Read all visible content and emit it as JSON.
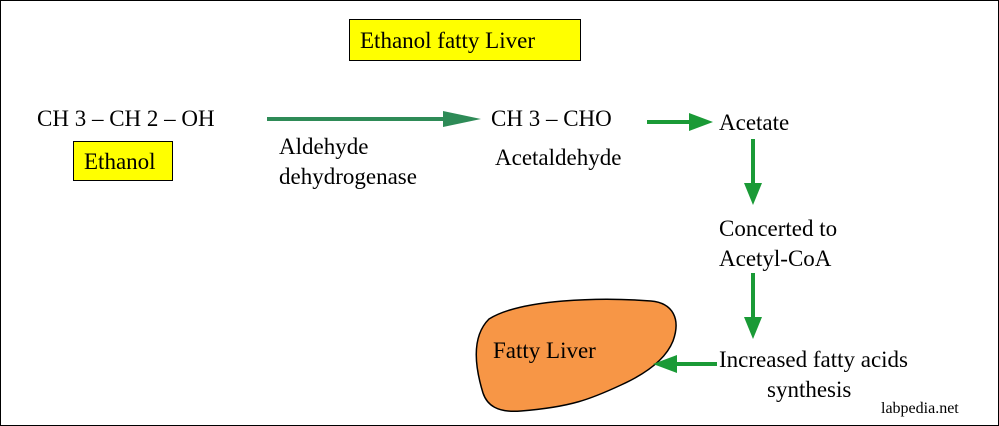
{
  "diagram": {
    "title": "Ethanol fatty Liver",
    "ethanol_formula": "CH 3 – CH 2 – OH",
    "ethanol_label": "Ethanol",
    "enzyme_line1": "Aldehyde",
    "enzyme_line2": "dehydrogenase",
    "acetaldehyde_formula": "CH 3 – CHO",
    "acetaldehyde_label": "Acetaldehyde",
    "acetate": "Acetate",
    "converted_line1": "Concerted to",
    "converted_line2": "Acetyl-CoA",
    "increased_line1": "Increased fatty acids",
    "increased_line2": "synthesis",
    "fatty_liver_label": "Fatty Liver",
    "watermark": "labpedia.net"
  },
  "colors": {
    "highlight": "#ffff00",
    "arrow_green": "#1a9a36",
    "arrow_teal": "#2e8b57",
    "liver_fill": "#f79646",
    "liver_stroke": "#000000"
  }
}
